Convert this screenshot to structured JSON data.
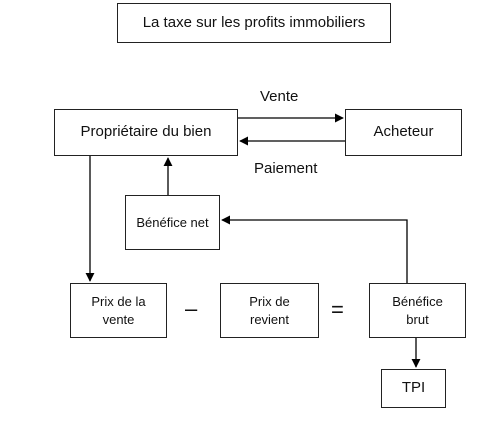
{
  "title": "La taxe sur les profits immobiliers",
  "nodes": {
    "owner": "Propriétaire du bien",
    "buyer": "Acheteur",
    "net_profit": "Bénéfice net",
    "sale_price": "Prix de la vente",
    "cost_price": "Prix de revient",
    "gross_profit": "Bénéfice brut",
    "tpi": "TPI"
  },
  "edges": {
    "sale": "Vente",
    "payment": "Paiement"
  },
  "operators": {
    "minus": "–",
    "equals": "="
  },
  "colors": {
    "line": "#000000",
    "border": "#222222"
  }
}
